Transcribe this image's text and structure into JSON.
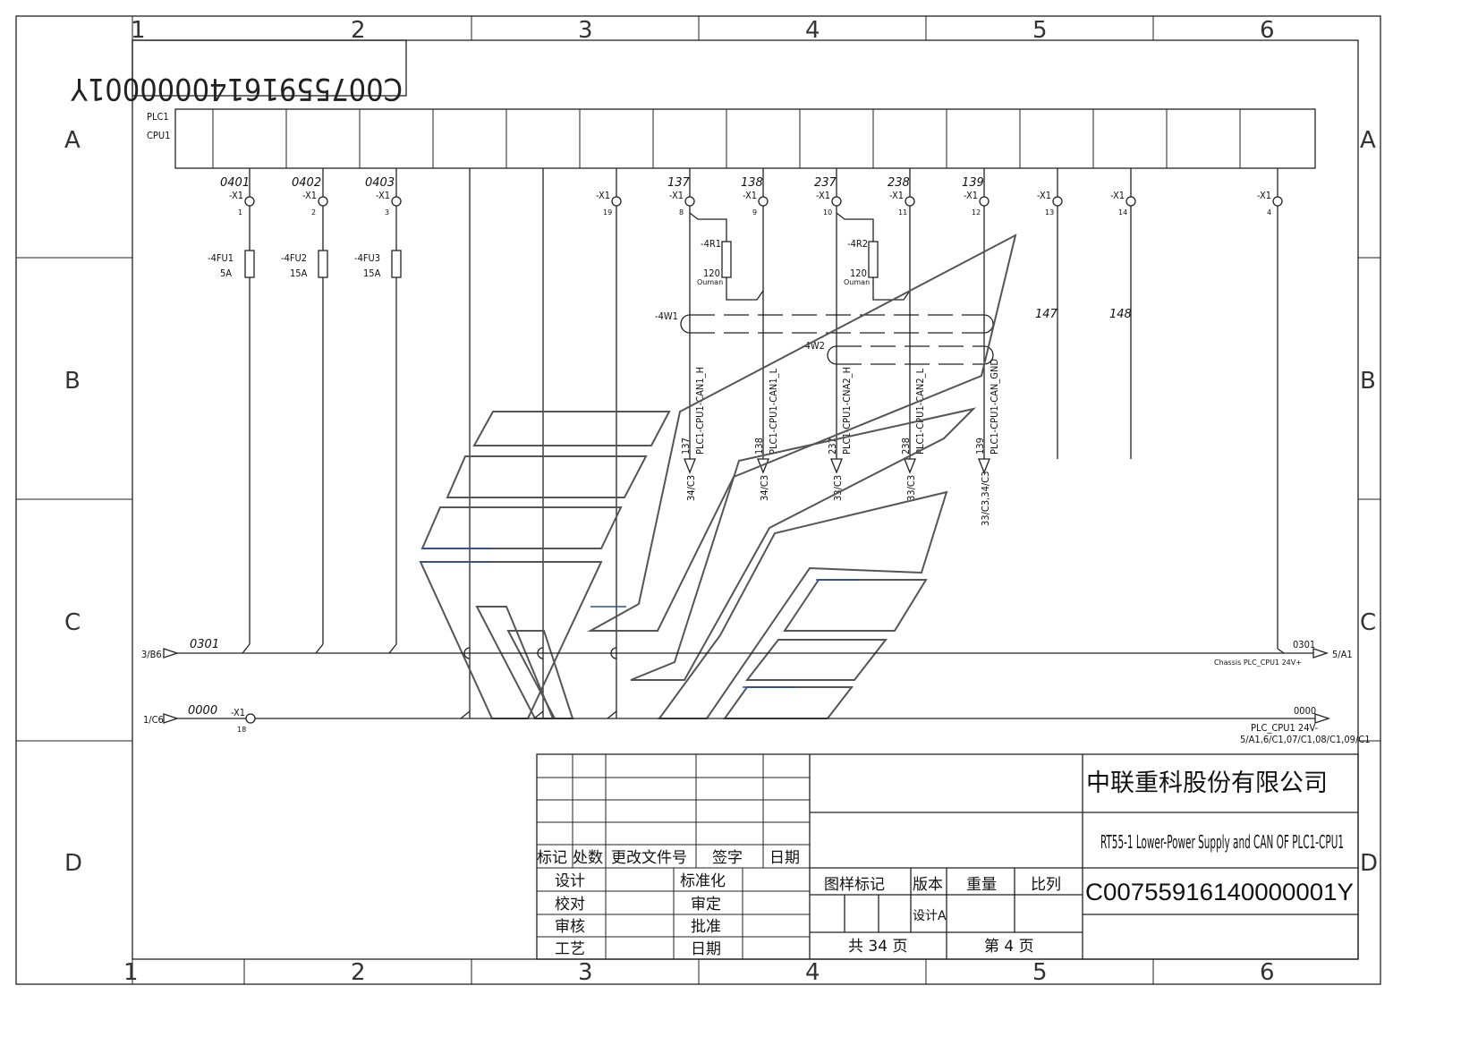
{
  "grid": {
    "cols": [
      "1",
      "2",
      "3",
      "4",
      "5",
      "6"
    ],
    "rows": [
      "A",
      "B",
      "C",
      "D"
    ]
  },
  "drawing_id_mirrored": "C00755916140000001Y",
  "plc": {
    "label1": "PLC1",
    "label2": "CPU1"
  },
  "terminals": [
    {
      "wire": "0401",
      "tag": "-X1",
      "pin": "1"
    },
    {
      "wire": "0402",
      "tag": "-X1",
      "pin": "2"
    },
    {
      "wire": "0403",
      "tag": "-X1",
      "pin": "3"
    },
    {
      "wire": "",
      "tag": "-X1",
      "pin": "19"
    },
    {
      "wire": "137",
      "tag": "-X1",
      "pin": "8"
    },
    {
      "wire": "138",
      "tag": "-X1",
      "pin": "9"
    },
    {
      "wire": "237",
      "tag": "-X1",
      "pin": "10"
    },
    {
      "wire": "238",
      "tag": "-X1",
      "pin": "11"
    },
    {
      "wire": "139",
      "tag": "-X1",
      "pin": "12"
    },
    {
      "wire": "",
      "tag": "-X1",
      "pin": "13"
    },
    {
      "wire": "",
      "tag": "-X1",
      "pin": "14"
    },
    {
      "wire": "",
      "tag": "-X1",
      "pin": "4"
    }
  ],
  "fuses": [
    {
      "name": "-4FU1",
      "rating": "5A"
    },
    {
      "name": "-4FU2",
      "rating": "15A"
    },
    {
      "name": "-4FU3",
      "rating": "15A"
    }
  ],
  "resistors": [
    {
      "name": "-4R1",
      "value": "120",
      "unit": "Ouman"
    },
    {
      "name": "-4R2",
      "value": "120",
      "unit": "Ouman"
    }
  ],
  "cables": {
    "w1": "-4W1",
    "w2": "-4W2"
  },
  "wire_numbers": {
    "w147": "147",
    "w148": "148"
  },
  "signals": [
    {
      "num": "137",
      "name": "PLC1-CPU1-CAN1_H",
      "ref": "34/C3"
    },
    {
      "num": "138",
      "name": "PLC1-CPU1-CAN1_L",
      "ref": "34/C3"
    },
    {
      "num": "237",
      "name": "PLC1-CPU1-CNA2_H",
      "ref": "33/C3"
    },
    {
      "num": "238",
      "name": "PLC1-CPU1-CAN2_L",
      "ref": "33/C3"
    },
    {
      "num": "139",
      "name": "PLC1-CPU1-CAN_GND",
      "ref": "33/C3,34/C3"
    }
  ],
  "bus": {
    "left_ref_0301": "3/B6",
    "wire_0301": "0301",
    "right_0301": "0301",
    "right_ref_0301": "5/A1",
    "chassis": "Chassis PLC_CPU1 24V+",
    "left_ref_0000": "1/C6",
    "wire_0000": "0000",
    "x1_tag": "-X1",
    "x1_pin": "18",
    "right_0000": "0000",
    "right_0000_name": "PLC_CPU1 24V-",
    "right_0000_refs": "5/A1,6/C1,07/C1,08/C1,09/C1"
  },
  "titleblock": {
    "company": "中联重科股份有限公司",
    "title": "RT55-1 Lower-Power Supply and CAN OF PLC1-CPU1",
    "code": "C00755916140000001Y",
    "rev_headers": [
      "标记",
      "处数",
      "更改文件号",
      "签字",
      "日期"
    ],
    "sign_rows": [
      {
        "a": "设计",
        "b": "标准化"
      },
      {
        "a": "校对",
        "b": "审定"
      },
      {
        "a": "审核",
        "b": "批准"
      },
      {
        "a": "工艺",
        "b": "日期"
      }
    ],
    "hdr_mark": "图样标记",
    "hdr_version": "版本",
    "hdr_weight": "重量",
    "hdr_scale": "比列",
    "design_a": "设计A",
    "total_pages": "共 34 页",
    "page_no": "第 4 页"
  }
}
